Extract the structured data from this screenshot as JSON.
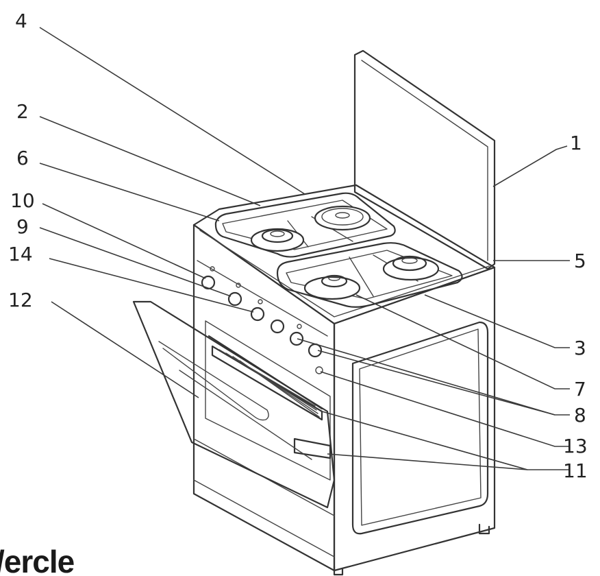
{
  "callouts": [
    "1",
    "2",
    "3",
    "4",
    "5",
    "6",
    "7",
    "8",
    "9",
    "10",
    "11",
    "12",
    "13",
    "14"
  ],
  "caption": "/ercle",
  "colors": {
    "line": "#333333",
    "background": "#ffffff"
  }
}
